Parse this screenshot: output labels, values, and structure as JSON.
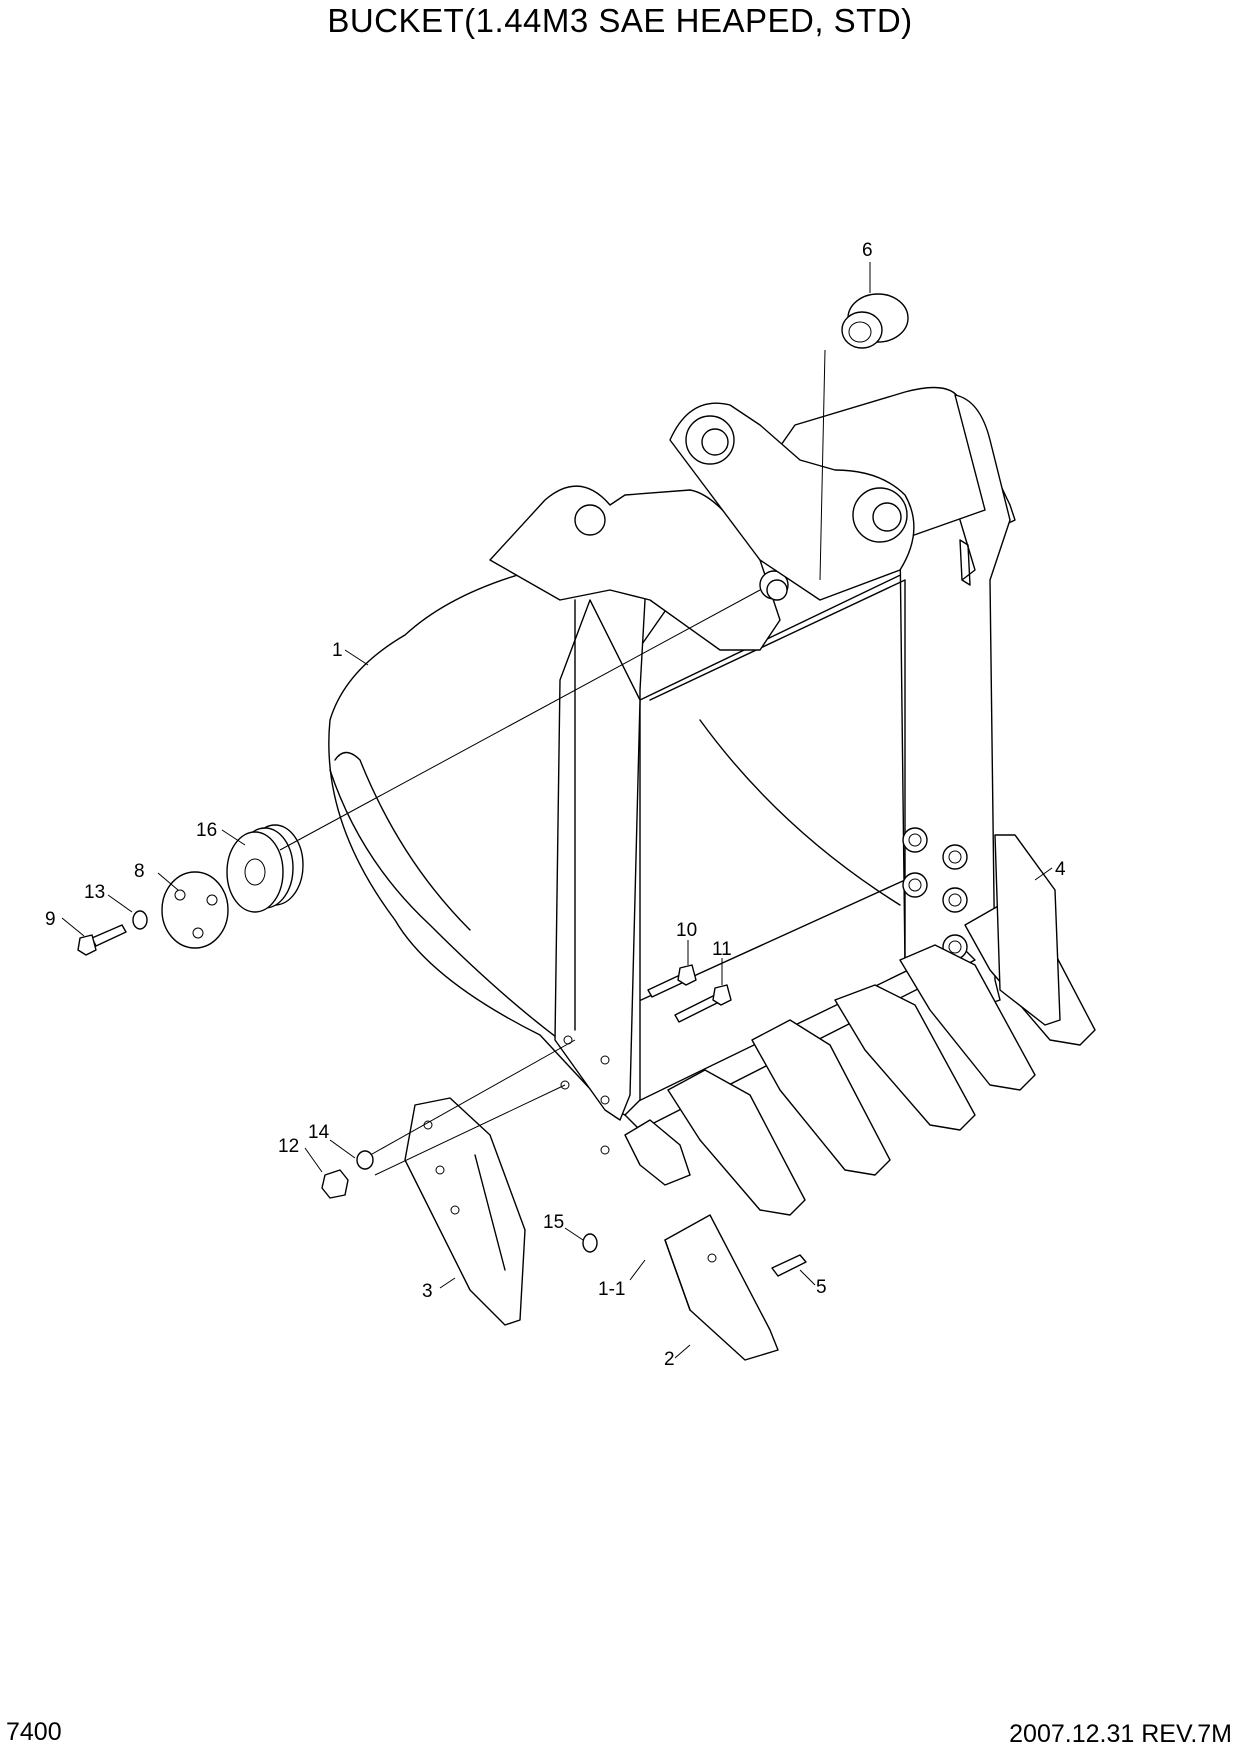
{
  "title": "BUCKET(1.44M3 SAE HEAPED, STD)",
  "page_number": "7400",
  "revision": "2007.12.31  REV.7M",
  "callouts": [
    {
      "id": "c6",
      "label": "6"
    },
    {
      "id": "c1",
      "label": "1"
    },
    {
      "id": "c16",
      "label": "16"
    },
    {
      "id": "c8",
      "label": "8"
    },
    {
      "id": "c13",
      "label": "13"
    },
    {
      "id": "c9",
      "label": "9"
    },
    {
      "id": "c4",
      "label": "4"
    },
    {
      "id": "c10",
      "label": "10"
    },
    {
      "id": "c11",
      "label": "11"
    },
    {
      "id": "c14",
      "label": "14"
    },
    {
      "id": "c12",
      "label": "12"
    },
    {
      "id": "c15",
      "label": "15"
    },
    {
      "id": "c3",
      "label": "3"
    },
    {
      "id": "c1-1",
      "label": "1-1"
    },
    {
      "id": "c5",
      "label": "5"
    },
    {
      "id": "c2",
      "label": "2"
    }
  ]
}
